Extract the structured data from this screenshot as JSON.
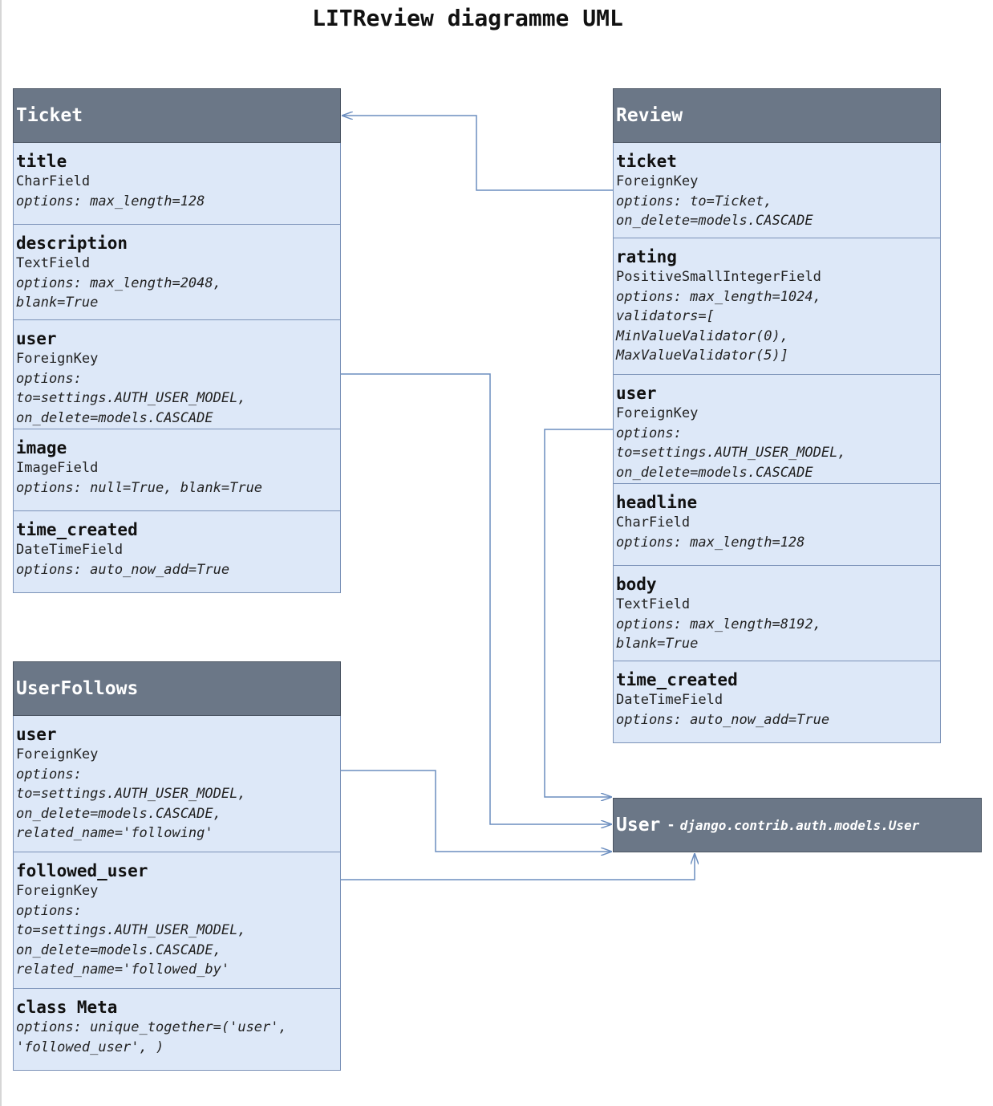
{
  "title": "LITReview diagramme UML",
  "entities": {
    "ticket": {
      "name": "Ticket",
      "fields": [
        {
          "name": "title",
          "type": "CharField",
          "options": "options: max_length=128"
        },
        {
          "name": "description",
          "type": "TextField",
          "options": "options: max_length=2048,\nblank=True"
        },
        {
          "name": "user",
          "type": "ForeignKey",
          "options": "options:\nto=settings.AUTH_USER_MODEL,\non_delete=models.CASCADE"
        },
        {
          "name": "image",
          "type": "ImageField",
          "options": "options: null=True, blank=True"
        },
        {
          "name": "time_created",
          "type": "DateTimeField",
          "options": "options: auto_now_add=True"
        }
      ]
    },
    "review": {
      "name": "Review",
      "fields": [
        {
          "name": "ticket",
          "type": "ForeignKey",
          "options": "options: to=Ticket,\non_delete=models.CASCADE"
        },
        {
          "name": "rating",
          "type": "PositiveSmallIntegerField",
          "options": "options: max_length=1024,\nvalidators=[\nMinValueValidator(0),\nMaxValueValidator(5)]"
        },
        {
          "name": "user",
          "type": "ForeignKey",
          "options": "options:\nto=settings.AUTH_USER_MODEL,\non_delete=models.CASCADE"
        },
        {
          "name": "headline",
          "type": "CharField",
          "options": "options: max_length=128"
        },
        {
          "name": "body",
          "type": "TextField",
          "options": "options: max_length=8192,\nblank=True"
        },
        {
          "name": "time_created",
          "type": "DateTimeField",
          "options": "options: auto_now_add=True"
        }
      ]
    },
    "userfollows": {
      "name": "UserFollows",
      "fields": [
        {
          "name": "user",
          "type": "ForeignKey",
          "options": "options:\nto=settings.AUTH_USER_MODEL,\non_delete=models.CASCADE,\nrelated_name='following'"
        },
        {
          "name": "followed_user",
          "type": "ForeignKey",
          "options": "options:\nto=settings.AUTH_USER_MODEL,\non_delete=models.CASCADE,\nrelated_name='followed_by'"
        },
        {
          "name": "class Meta",
          "type": "",
          "options": "options: unique_together=('user',\n'followed_user', )"
        }
      ]
    },
    "user": {
      "name": "User",
      "separator": "-",
      "path": "django.contrib.auth.models.User"
    }
  },
  "colors": {
    "header_fill": "#6b7787",
    "field_fill": "#dde8f8",
    "field_border": "#7b92b8",
    "connector": "#6c8ebf"
  }
}
